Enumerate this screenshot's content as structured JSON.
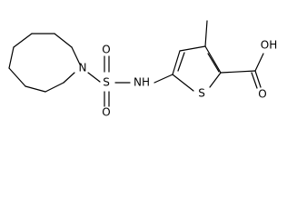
{
  "atoms": {
    "ring_nitrogen": "N",
    "sulfonyl_sulfur": "S",
    "sulfonyl_oxygen_top": "O",
    "sulfonyl_oxygen_bottom": "O",
    "amine": "NH",
    "thiophene_sulfur": "S",
    "acid_hydroxyl": "OH",
    "carbonyl_oxygen": "O"
  }
}
